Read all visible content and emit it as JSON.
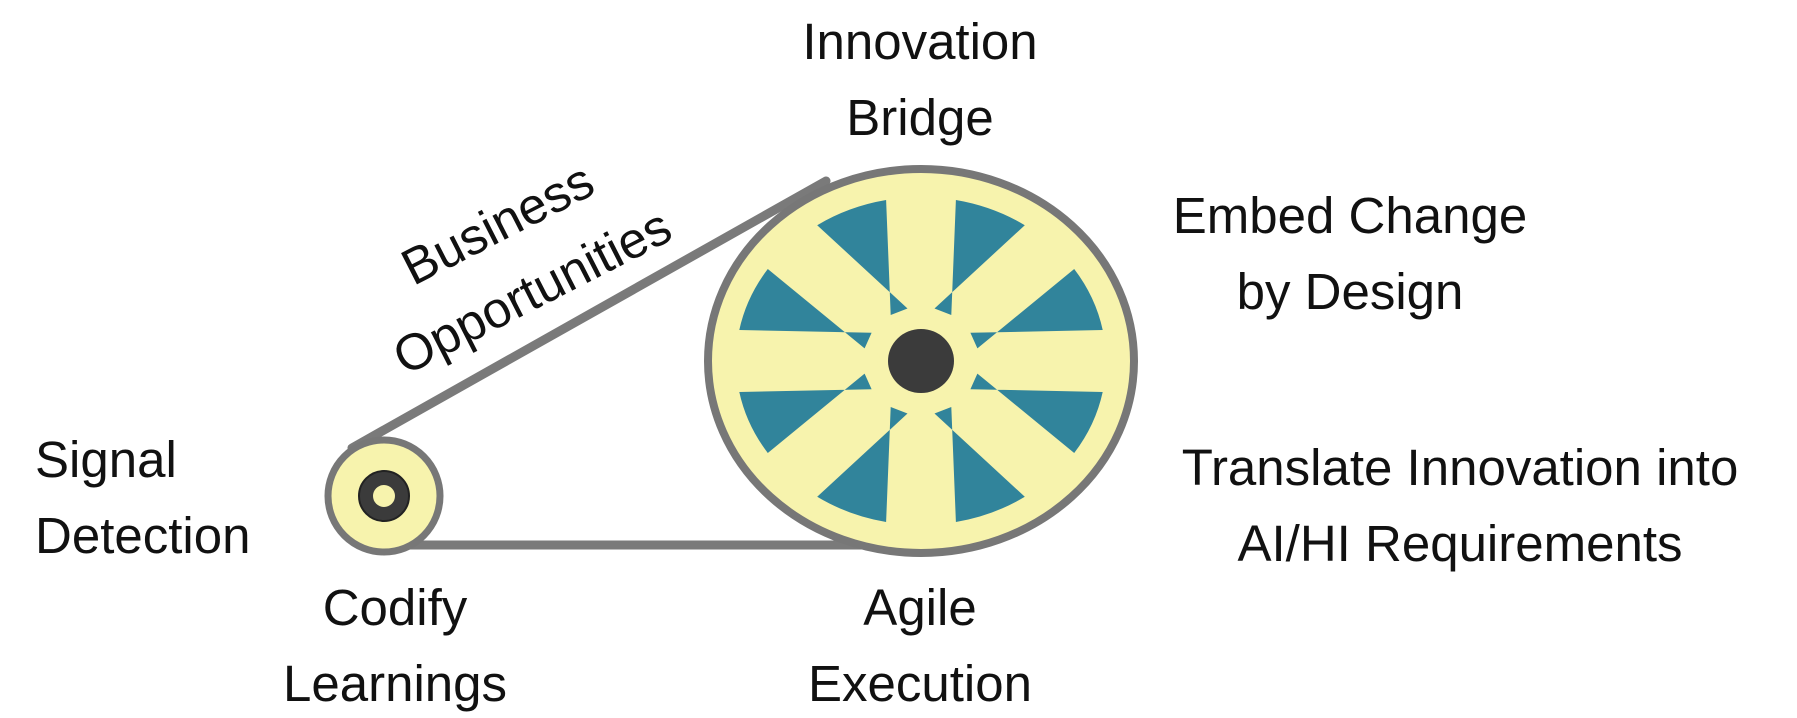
{
  "labels": {
    "innovation_bridge": [
      "Innovation",
      "Bridge"
    ],
    "embed_change": [
      "Embed Change",
      "by Design"
    ],
    "translate": [
      "Translate Innovation into",
      "AI/HI Requirements"
    ],
    "agile_execution": [
      "Agile",
      "Execution"
    ],
    "codify_learnings": [
      "Codify",
      "Learnings"
    ],
    "signal_detection": [
      "Signal",
      "Detection"
    ],
    "business_opportunities": [
      "Business",
      "Opportunities"
    ]
  },
  "colors": {
    "wheel_fill": "#f7f3ad",
    "rim_stroke": "#777777",
    "segment_fill": "#31849b",
    "hub_fill": "#3b3b3b",
    "belt_stroke": "#7a7a7a",
    "text": "#111111"
  },
  "wheel": {
    "spoke_count": 8
  }
}
